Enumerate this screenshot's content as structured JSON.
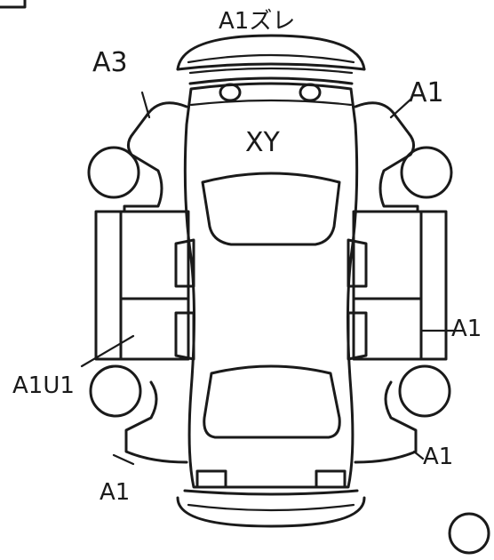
{
  "labels": {
    "front": "A1ズレ",
    "front_left": "A3",
    "front_right": "A1",
    "hood": "XY",
    "right_side": "A1",
    "left_side": "A1U1",
    "rear_right": "A1",
    "rear_left": "A1"
  },
  "colors": {
    "ink": "#1a1a1a",
    "paper": "#ffffff"
  }
}
